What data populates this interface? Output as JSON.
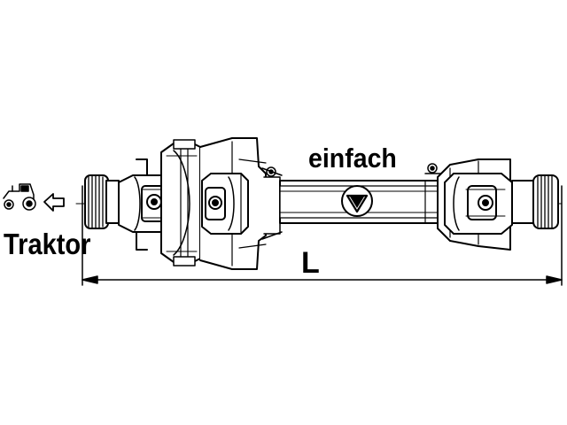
{
  "labels": {
    "type": "einfach",
    "tractor": "Traktor",
    "length": "L"
  },
  "icons": {
    "tractor": "tractor-icon",
    "direction": "arrow-left-icon"
  },
  "colors": {
    "line": "#000000",
    "background": "#ffffff"
  }
}
